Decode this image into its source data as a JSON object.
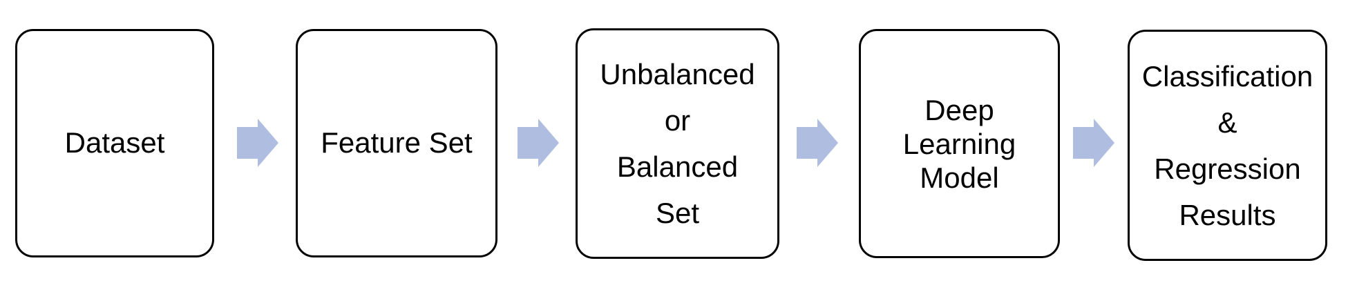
{
  "page": {
    "background_color": "#ffffff"
  },
  "diagram": {
    "type": "flowchart",
    "direction": "left-to-right",
    "colors": {
      "node_border": "#000000",
      "node_fill": "#ffffff",
      "text": "#000000",
      "arrow": "#afbde1"
    },
    "nodes": [
      {
        "id": "dataset",
        "label": "Dataset",
        "lines": [
          "Dataset"
        ]
      },
      {
        "id": "feature-set",
        "label": "Feature Set",
        "lines": [
          "Feature Set"
        ]
      },
      {
        "id": "unbalanced-or-balanced-set",
        "label": "Unbalanced or Balanced Set",
        "lines": [
          "Unbalanced",
          "or",
          "Balanced",
          "Set"
        ]
      },
      {
        "id": "deep-learning-model",
        "label": "Deep Learning Model",
        "lines": [
          "Deep",
          "Learning",
          "Model"
        ]
      },
      {
        "id": "classification-regression-results",
        "label": "Classification & Regression Results",
        "lines": [
          "Classification",
          "&",
          "Regression",
          "Results"
        ]
      }
    ],
    "connectors": [
      {
        "from": "dataset",
        "to": "feature-set",
        "shape": "block-arrow-right"
      },
      {
        "from": "feature-set",
        "to": "unbalanced-or-balanced-set",
        "shape": "block-arrow-right"
      },
      {
        "from": "unbalanced-or-balanced-set",
        "to": "deep-learning-model",
        "shape": "block-arrow-right"
      },
      {
        "from": "deep-learning-model",
        "to": "classification-regression-results",
        "shape": "block-arrow-right"
      }
    ]
  }
}
